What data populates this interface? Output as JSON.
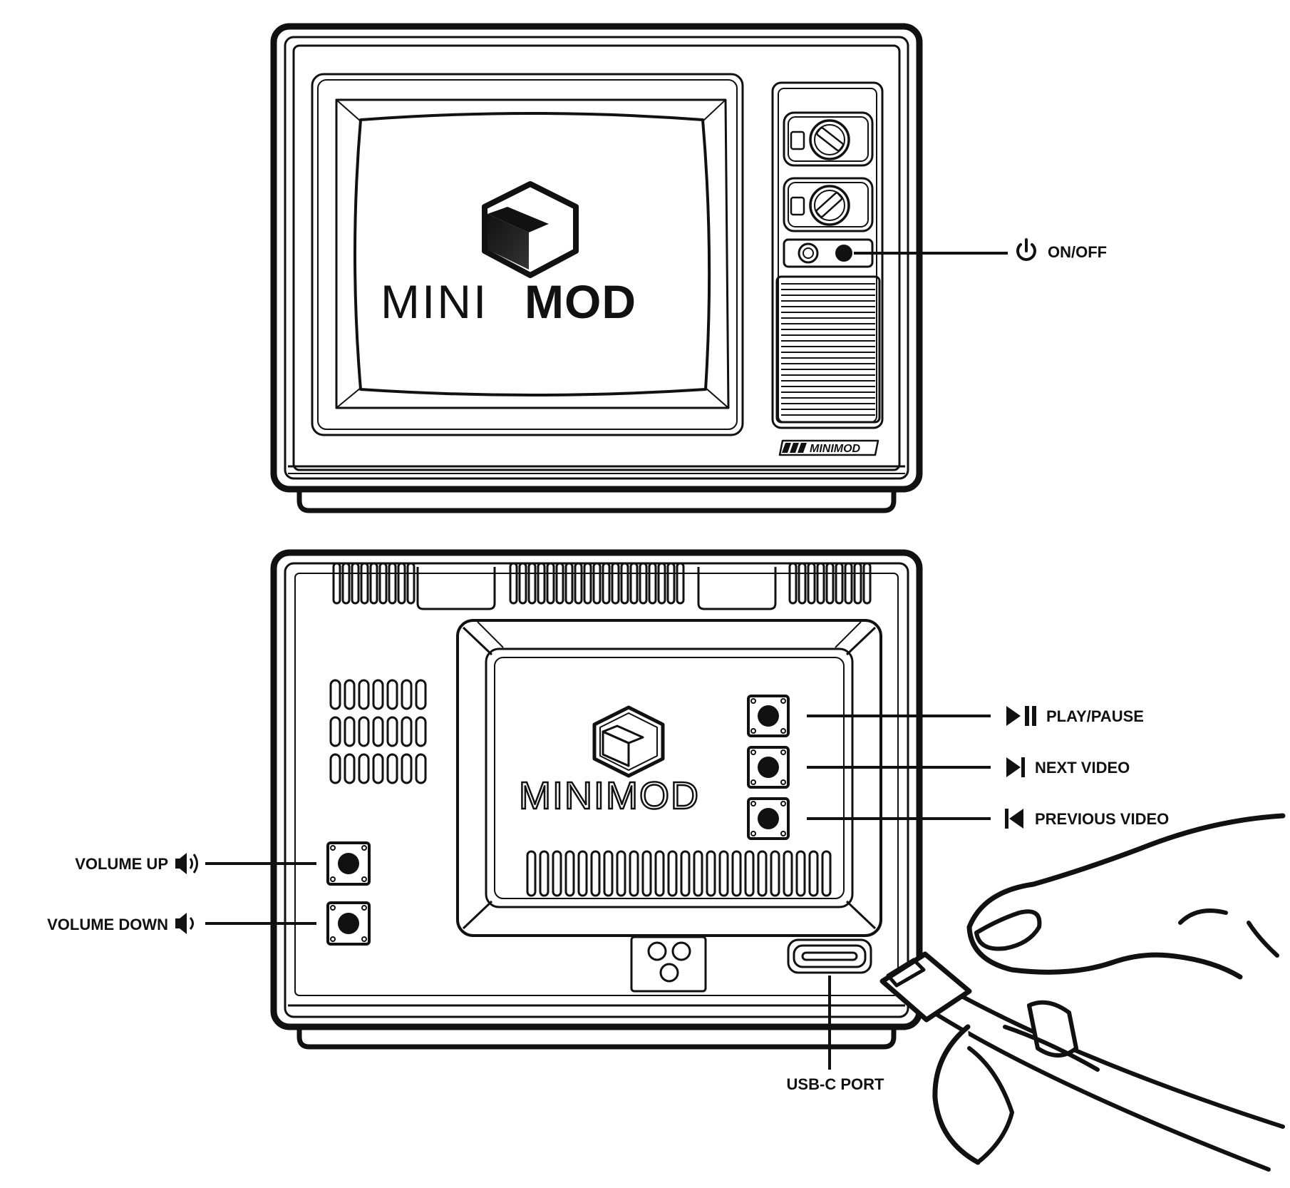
{
  "brand": {
    "front_logo_light": "MINI",
    "front_logo_bold": "MOD",
    "badge": "MINIMOD",
    "back_logo": "MINIMOD"
  },
  "labels": {
    "on_off": "ON/OFF",
    "play_pause": "PLAY/PAUSE",
    "next_video": "NEXT VIDEO",
    "previous_video": "PREVIOUS VIDEO",
    "volume_up": "VOLUME UP",
    "volume_down": "VOLUME DOWN",
    "usb_c_port": "USB-C PORT"
  },
  "icons": {
    "on_off": "power-icon",
    "play_pause": "play-pause-icon",
    "next_video": "next-track-icon",
    "previous_video": "previous-track-icon",
    "volume_up": "speaker-loud-icon",
    "volume_down": "speaker-quiet-icon"
  },
  "colors": {
    "ink": "#111111",
    "paper": "#ffffff"
  }
}
